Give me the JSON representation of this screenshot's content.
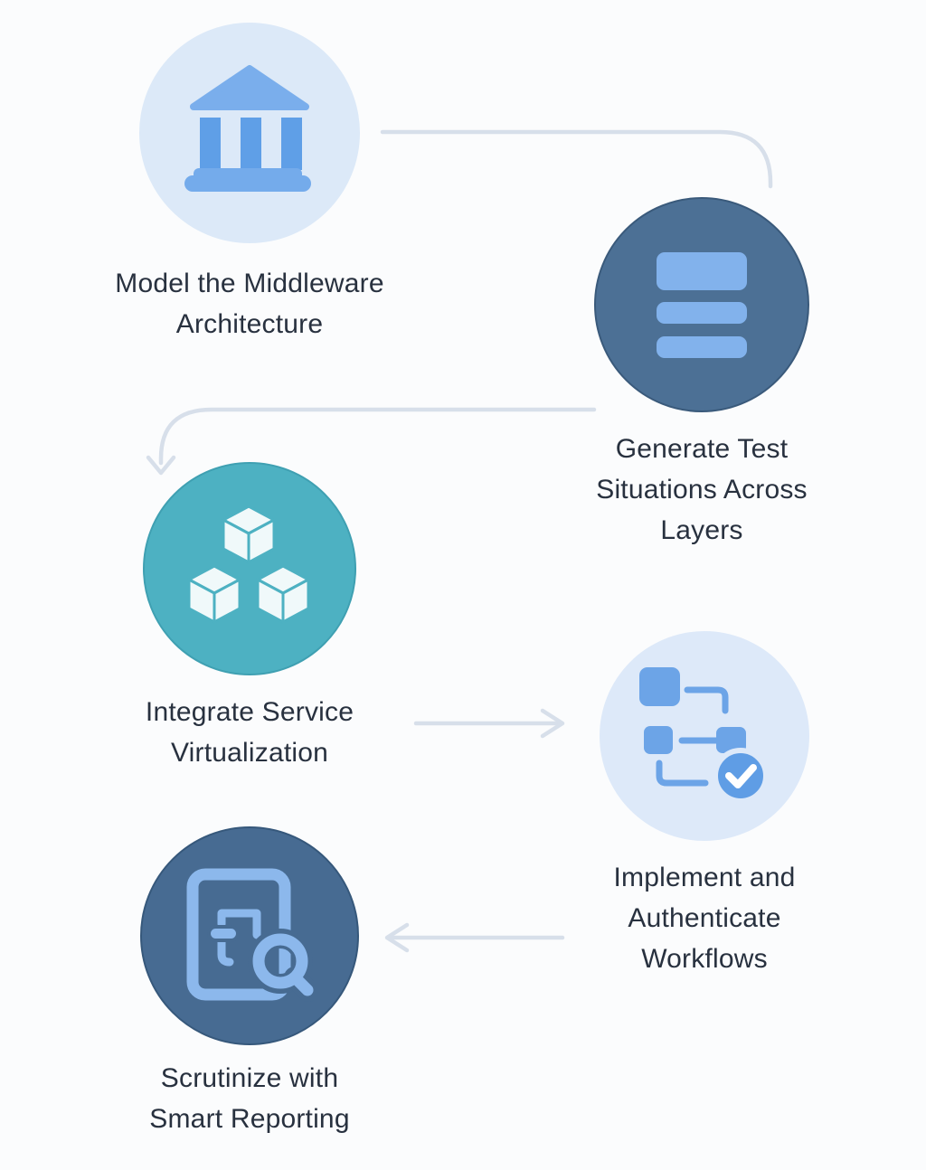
{
  "steps": [
    {
      "id": "model-architecture",
      "label": "Model the Middleware\nArchitecture",
      "icon": "bank-icon"
    },
    {
      "id": "generate-tests",
      "label": "Generate Test\nSituations Across\nLayers",
      "icon": "server-stack-icon"
    },
    {
      "id": "service-virtualization",
      "label": "Integrate Service\nVirtualization",
      "icon": "cubes-icon"
    },
    {
      "id": "authenticate-workflows",
      "label": "Implement and\nAuthenticate\nWorkflows",
      "icon": "workflow-check-icon"
    },
    {
      "id": "smart-reporting",
      "label": "Scrutinize with\nSmart Reporting",
      "icon": "report-search-icon"
    }
  ],
  "colors": {
    "background": "#fbfcfd",
    "label_text": "#28313f",
    "connector": "#d7dfea",
    "step1_circle": "#dce9f8",
    "step1_icon": "#74abeb",
    "step1_icon_light": "#7aaeec",
    "step1_icon_deep": "#5f9fe7",
    "step2_circle": "#4c7095",
    "step2_edge": "#3a5a7b",
    "step2_icon": "#82b2ec",
    "step3_circle": "#4db1c2",
    "step3_edge": "#3fa0b2",
    "step3_icon": "#f0f9fa",
    "step4_circle": "#dde9f9",
    "step4_icon": "#6ca4e7",
    "step4_check": "#5f9de5",
    "step5_circle": "#476b92",
    "step5_edge": "#36587b",
    "step5_icon": "#8cb8ec"
  }
}
